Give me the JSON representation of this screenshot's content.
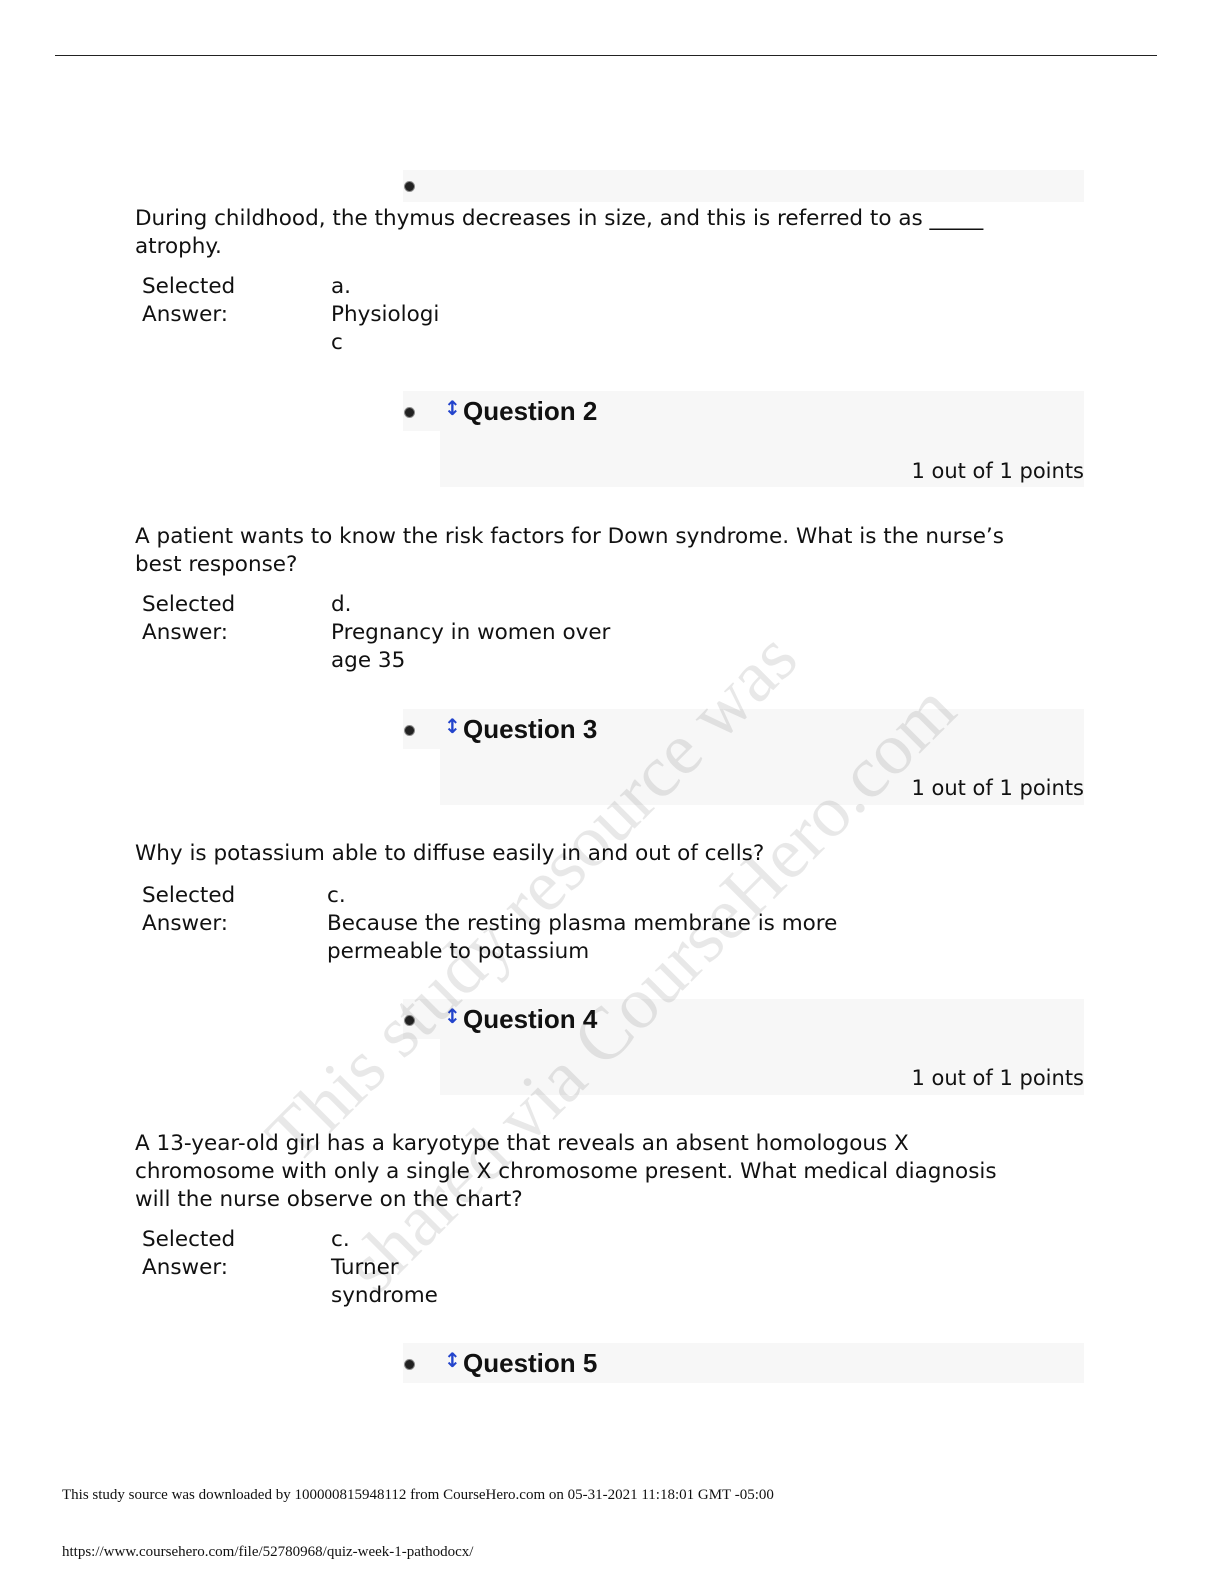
{
  "questions": [
    {
      "title": "",
      "points": "",
      "text": "During childhood, the thymus decreases in size, and this is referred to as _____ atrophy.",
      "label": "Selected Answer:",
      "answer_letter": "a.",
      "answer": "Physiologic"
    },
    {
      "title": "Question 2",
      "points": "1 out of 1 points",
      "text": "A patient wants to know the risk factors for Down syndrome. What is the nurse’s best response?",
      "label": "Selected Answer:",
      "answer_letter": "d.",
      "answer": "Pregnancy in women over age 35"
    },
    {
      "title": "Question 3",
      "points": "1 out of 1 points",
      "text": "Why is potassium able to diffuse easily in and out of cells?",
      "label": "Selected Answer:",
      "answer_letter": "c.",
      "answer": "Because the resting plasma membrane is more permeable to potassium"
    },
    {
      "title": "Question 4",
      "points": "1 out of 1 points",
      "text": "A 13-year-old girl has a karyotype that reveals an absent homologous X chromosome with only a single X chromosome present. What medical diagnosis will the nurse observe on the chart?",
      "label": "Selected Answer:",
      "answer_letter": "c.",
      "answer": "Turner syndrome"
    },
    {
      "title": "Question 5"
    }
  ],
  "watermark": {
    "line1": "This study resource was",
    "line2": "shared via CourseHero.com"
  },
  "footer": {
    "download": "This study source was downloaded by 100000815948112 from CourseHero.com on 05-31-2021 11:18:01 GMT -05:00",
    "url": "https://www.coursehero.com/file/52780968/quiz-week-1-pathodocx/"
  }
}
